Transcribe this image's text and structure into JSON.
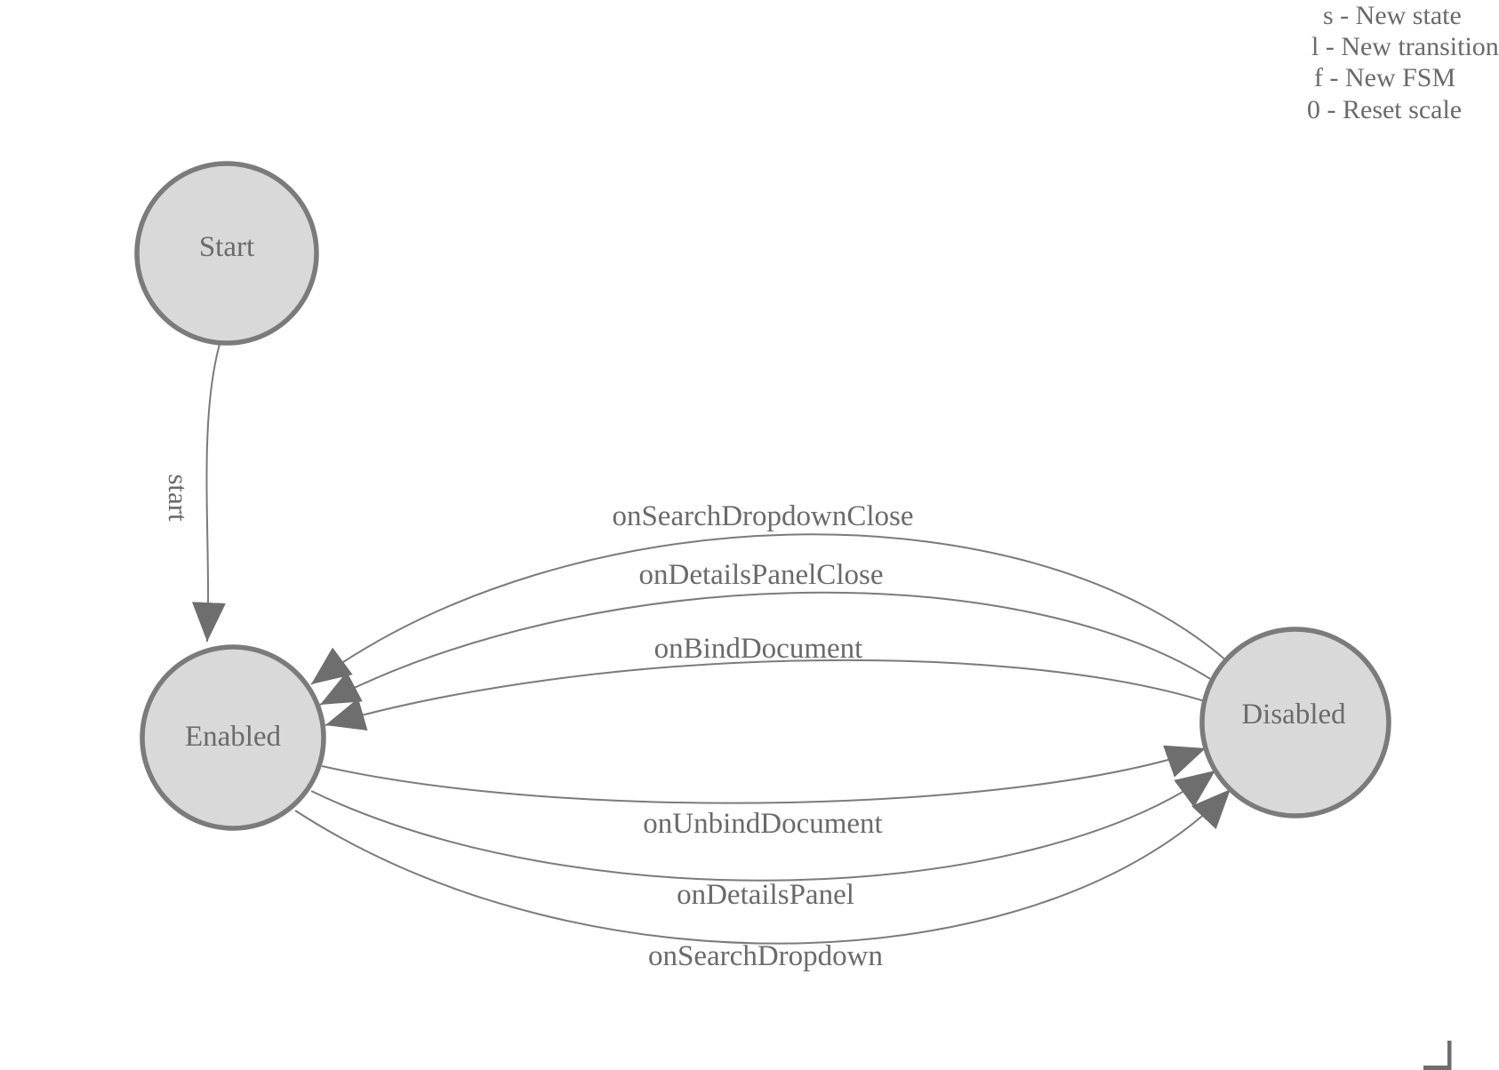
{
  "diagram": {
    "nodes": [
      {
        "id": "start",
        "label": "Start"
      },
      {
        "id": "enabled",
        "label": "Enabled"
      },
      {
        "id": "disabled",
        "label": "Disabled"
      }
    ],
    "edges": [
      {
        "label": "start",
        "from": "start",
        "to": "enabled"
      },
      {
        "label": "onSearchDropdownClose",
        "from": "disabled",
        "to": "enabled"
      },
      {
        "label": "onDetailsPanelClose",
        "from": "disabled",
        "to": "enabled"
      },
      {
        "label": "onBindDocument",
        "from": "disabled",
        "to": "enabled"
      },
      {
        "label": "onUnbindDocument",
        "from": "enabled",
        "to": "disabled"
      },
      {
        "label": "onDetailsPanel",
        "from": "enabled",
        "to": "disabled"
      },
      {
        "label": "onSearchDropdown",
        "from": "enabled",
        "to": "disabled"
      }
    ]
  },
  "legend": {
    "shortcuts": [
      "s - New state",
      "l - New transition",
      "f - New FSM",
      "0 - Reset scale"
    ]
  },
  "colors": {
    "background": "#ffffff",
    "node_fill": "#d9d9d9",
    "node_stroke": "#7b7b7b",
    "edge_stroke": "#7b7b7b",
    "arrowhead": "#6e6e6e",
    "label_text": "#6a6a6a"
  }
}
